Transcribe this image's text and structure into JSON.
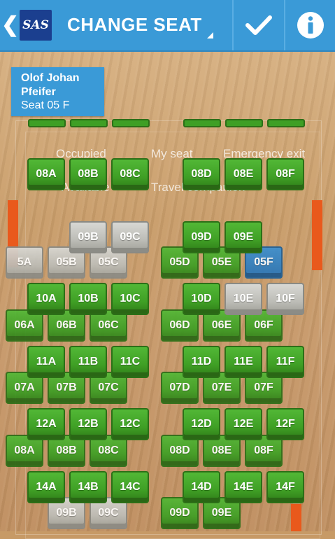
{
  "header": {
    "back_glyph": "❮",
    "logo_text": "SAS",
    "title": "CHANGE SEAT"
  },
  "passenger": {
    "name": "Olof Johan Pfeifer",
    "seat": "Seat 05 F"
  },
  "legend": {
    "occupied": "Occupied",
    "my_seat": "My seat",
    "emergency_exit": "Emergency exit",
    "available": "Available",
    "travel_companion": "Travel companion"
  },
  "colors": {
    "header": "#3a9ad7",
    "available": "#3f9f25",
    "occupied": "#bcbcb6",
    "my_seat": "#2a74b4",
    "emergency_exit": "#e9591c"
  },
  "front_rows": [
    {
      "row": "08",
      "seats": [
        {
          "label": "08A",
          "status": "available"
        },
        {
          "label": "08B",
          "status": "available"
        },
        {
          "label": "08C",
          "status": "available"
        },
        {
          "label": "08D",
          "status": "available"
        },
        {
          "label": "08E",
          "status": "available"
        },
        {
          "label": "08F",
          "status": "available"
        }
      ]
    },
    {
      "row": "09",
      "seats": [
        {
          "label": "09B",
          "status": "occupied"
        },
        {
          "label": "09C",
          "status": "occupied"
        },
        {
          "label": "09D",
          "status": "available"
        },
        {
          "label": "09E",
          "status": "available"
        }
      ]
    },
    {
      "row": "10",
      "seats": [
        {
          "label": "10A",
          "status": "available"
        },
        {
          "label": "10B",
          "status": "available"
        },
        {
          "label": "10C",
          "status": "available"
        },
        {
          "label": "10D",
          "status": "available"
        },
        {
          "label": "10E",
          "status": "occupied"
        },
        {
          "label": "10F",
          "status": "occupied"
        }
      ]
    },
    {
      "row": "11",
      "seats": [
        {
          "label": "11A",
          "status": "available"
        },
        {
          "label": "11B",
          "status": "available"
        },
        {
          "label": "11C",
          "status": "available"
        },
        {
          "label": "11D",
          "status": "available"
        },
        {
          "label": "11E",
          "status": "available"
        },
        {
          "label": "11F",
          "status": "available"
        }
      ]
    },
    {
      "row": "12",
      "seats": [
        {
          "label": "12A",
          "status": "available"
        },
        {
          "label": "12B",
          "status": "available"
        },
        {
          "label": "12C",
          "status": "available"
        },
        {
          "label": "12D",
          "status": "available"
        },
        {
          "label": "12E",
          "status": "available"
        },
        {
          "label": "12F",
          "status": "available"
        }
      ]
    },
    {
      "row": "14",
      "seats": [
        {
          "label": "14A",
          "status": "available"
        },
        {
          "label": "14B",
          "status": "available"
        },
        {
          "label": "14C",
          "status": "available"
        },
        {
          "label": "14D",
          "status": "available"
        },
        {
          "label": "14E",
          "status": "available"
        },
        {
          "label": "14F",
          "status": "available"
        }
      ]
    }
  ],
  "back_rows": [
    {
      "row": "05",
      "seats": [
        {
          "label": "5A",
          "status": "occupied"
        },
        {
          "label": "05B",
          "status": "occupied"
        },
        {
          "label": "05C",
          "status": "occupied"
        },
        {
          "label": "05D",
          "status": "available"
        },
        {
          "label": "05E",
          "status": "available"
        },
        {
          "label": "05F",
          "status": "my_seat"
        }
      ]
    },
    {
      "row": "06",
      "seats": [
        {
          "label": "06A",
          "status": "available"
        },
        {
          "label": "06B",
          "status": "available"
        },
        {
          "label": "06C",
          "status": "available"
        },
        {
          "label": "06D",
          "status": "available"
        },
        {
          "label": "06E",
          "status": "available"
        },
        {
          "label": "06F",
          "status": "available"
        }
      ]
    },
    {
      "row": "07",
      "seats": [
        {
          "label": "07A",
          "status": "available"
        },
        {
          "label": "07B",
          "status": "available"
        },
        {
          "label": "07C",
          "status": "available"
        },
        {
          "label": "07D",
          "status": "available"
        },
        {
          "label": "07E",
          "status": "available"
        },
        {
          "label": "07F",
          "status": "available"
        }
      ]
    },
    {
      "row": "08",
      "seats": [
        {
          "label": "08A",
          "status": "available"
        },
        {
          "label": "08B",
          "status": "available"
        },
        {
          "label": "08C",
          "status": "available"
        },
        {
          "label": "08D",
          "status": "available"
        },
        {
          "label": "08E",
          "status": "available"
        },
        {
          "label": "08F",
          "status": "available"
        }
      ]
    },
    {
      "row": "09",
      "seats": [
        {
          "label": "09B",
          "status": "occupied"
        },
        {
          "label": "09C",
          "status": "occupied"
        },
        {
          "label": "09D",
          "status": "available"
        },
        {
          "label": "09E",
          "status": "available"
        }
      ]
    }
  ]
}
